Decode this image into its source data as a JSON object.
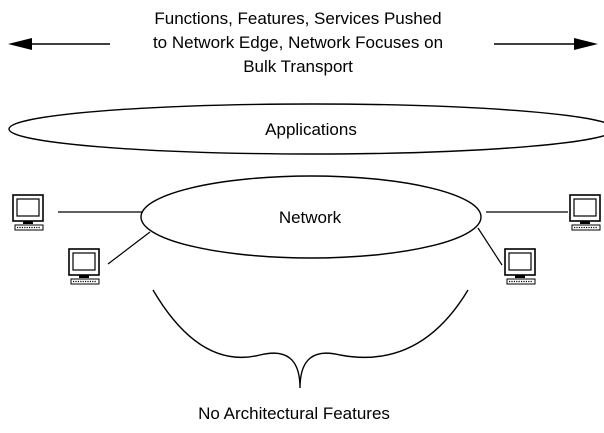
{
  "header": {
    "line1": "Functions, Features, Services Pushed",
    "line2": "to Network Edge, Network Focuses on",
    "line3": "Bulk Transport"
  },
  "applications_label": "Applications",
  "network_label": "Network",
  "footer_label": "No Architectural Features",
  "computers": [
    {
      "name": "computer-left-top-icon"
    },
    {
      "name": "computer-left-bottom-icon"
    },
    {
      "name": "computer-right-top-icon"
    },
    {
      "name": "computer-right-bottom-icon"
    }
  ],
  "colors": {
    "stroke": "#000000",
    "background": "#ffffff"
  }
}
